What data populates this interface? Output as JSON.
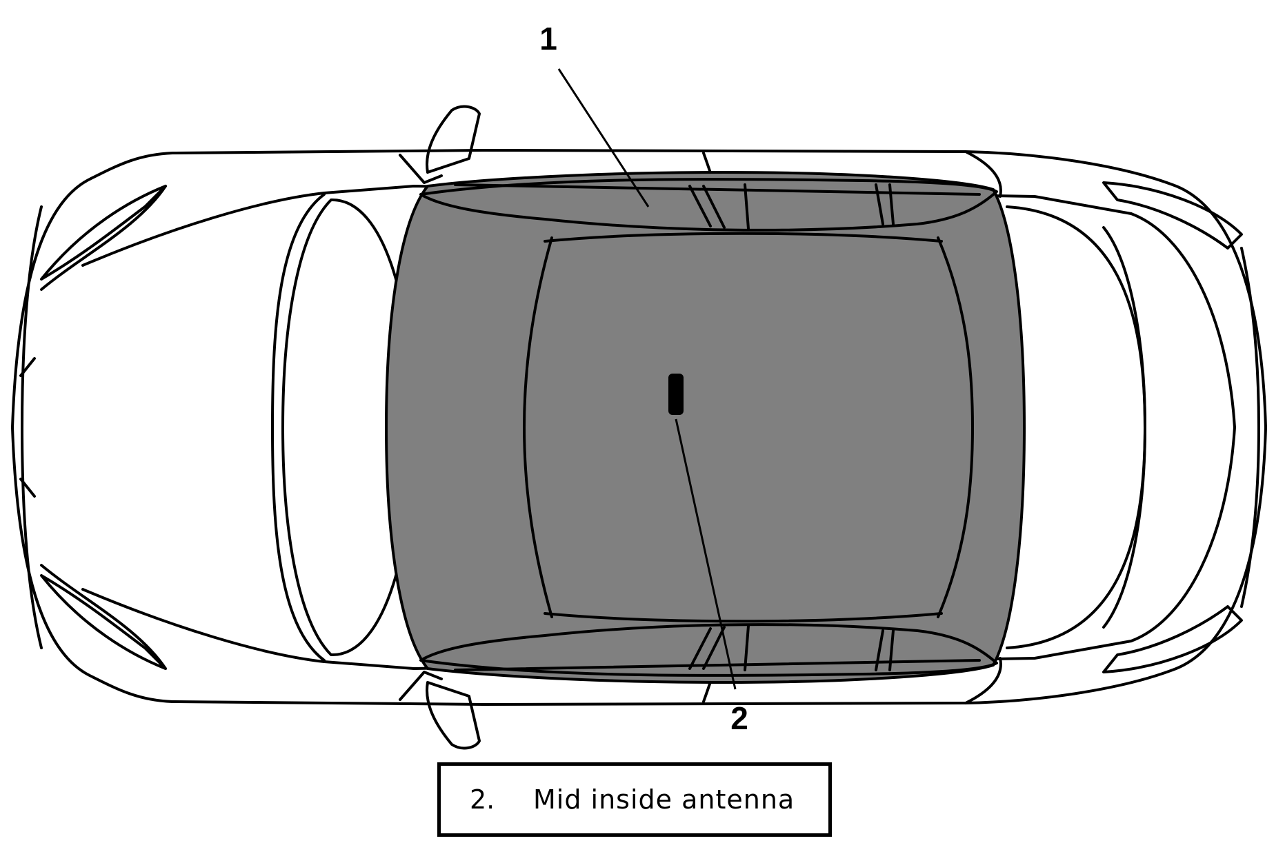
{
  "callouts": {
    "one": "1",
    "two": "2"
  },
  "legend": {
    "number": "2.",
    "text": "Mid inside antenna"
  },
  "colors": {
    "roof_fill": "#808080",
    "outline": "#000000",
    "antenna": "#000000"
  }
}
